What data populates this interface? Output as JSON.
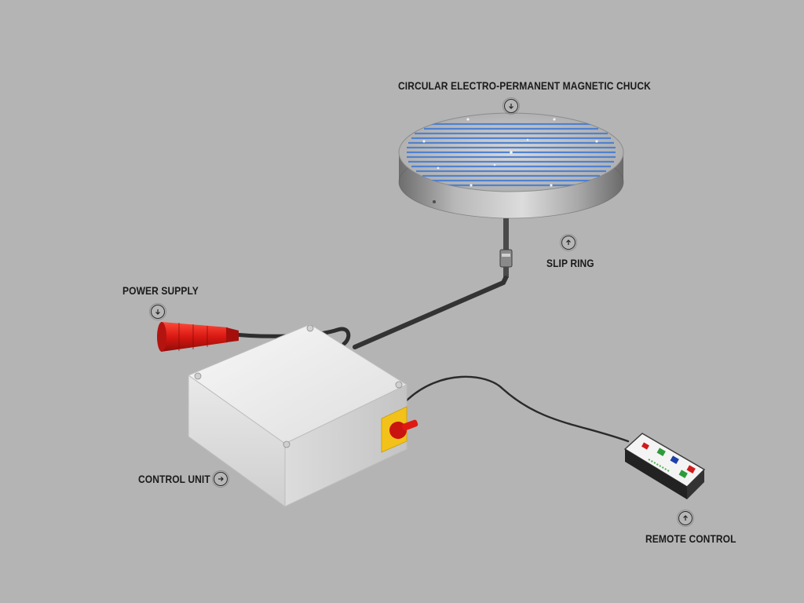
{
  "colors": {
    "background": "#b4b4b4",
    "label_text": "#1b1b1b",
    "chuck_lines": "#4a7fd1",
    "plug_red": "#d11a1a",
    "switch_yellow": "#f2c21a"
  },
  "components": [
    {
      "id": "chuck",
      "label": "CIRCULAR ELECTRO-PERMANENT MAGNETIC CHUCK",
      "icon": "arrow-down-icon"
    },
    {
      "id": "slip_ring",
      "label": "SLIP RING",
      "icon": "arrow-up-icon"
    },
    {
      "id": "power_supply",
      "label": "POWER SUPPLY",
      "icon": "arrow-down-icon"
    },
    {
      "id": "control_unit",
      "label": "CONTROL UNIT",
      "icon": "arrow-right-icon"
    },
    {
      "id": "remote_control",
      "label": "REMOTE CONTROL",
      "icon": "arrow-up-icon"
    }
  ]
}
